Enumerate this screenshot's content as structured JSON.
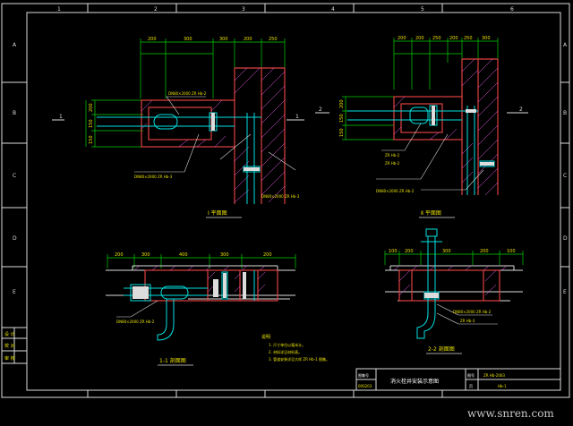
{
  "colors": {
    "background": "#000000",
    "frame": "#dcdcdc",
    "wall": "#e04040",
    "dimension": "#00d000",
    "text": "#e8e000",
    "pipe": "#00e0e0",
    "hatch": "#ff60ff"
  },
  "border": {
    "col_labels": [
      "1",
      "2",
      "3",
      "4",
      "5",
      "6"
    ],
    "row_labels": [
      "A",
      "B",
      "C",
      "D",
      "E"
    ]
  },
  "left_plan": {
    "dims_top": [
      "200",
      "300",
      "300",
      "200",
      "250"
    ],
    "dims_left": [
      "200",
      "150",
      "150"
    ],
    "section_marks": [
      "1",
      "1"
    ],
    "label_a": "DN80×2000 ZR Hb-2",
    "label_b": "DN80×2000 ZR Hb-3",
    "caption": "Ⅰ  平面图"
  },
  "right_plan": {
    "dims_top": [
      "200",
      "200",
      "250",
      "200",
      "250",
      "300"
    ],
    "dims_left": [
      "200",
      "150",
      "150"
    ],
    "section_marks": [
      "2",
      "2"
    ],
    "label_a": "ZR Hb-2",
    "label_b": "DN80×2000 ZR Hb-2",
    "caption": "Ⅱ  平面图"
  },
  "left_section": {
    "dims_top": [
      "200",
      "300",
      "400",
      "300",
      "200"
    ],
    "label": "DN80×2000 ZR Hb-2",
    "caption": "1-1 剖面图"
  },
  "right_section": {
    "dims_top": [
      "100",
      "200",
      "300",
      "200",
      "100"
    ],
    "label_a": "DN80×2000 ZR Hb-2",
    "label_b": "ZR Hb-3",
    "caption": "2-2 剖面图"
  },
  "notes": {
    "heading": "说明",
    "lines": [
      "1. 尺寸单位以毫米计。",
      "2. 材料详见材料表。",
      "3. 管道安装详见大样 ZR Hb-1 图集。"
    ]
  },
  "left_table": {
    "rows": [
      "设 计",
      "校 对",
      "审 核"
    ]
  },
  "title_block": {
    "code_label": "图集号",
    "code_value": "00S203",
    "drawing_title": "消火栓井安装示意图",
    "set_label": "图号",
    "set_value": "ZR Hb-2003",
    "page_label": "页",
    "page_value": "Hb-1"
  },
  "watermark": "www.snren.com"
}
